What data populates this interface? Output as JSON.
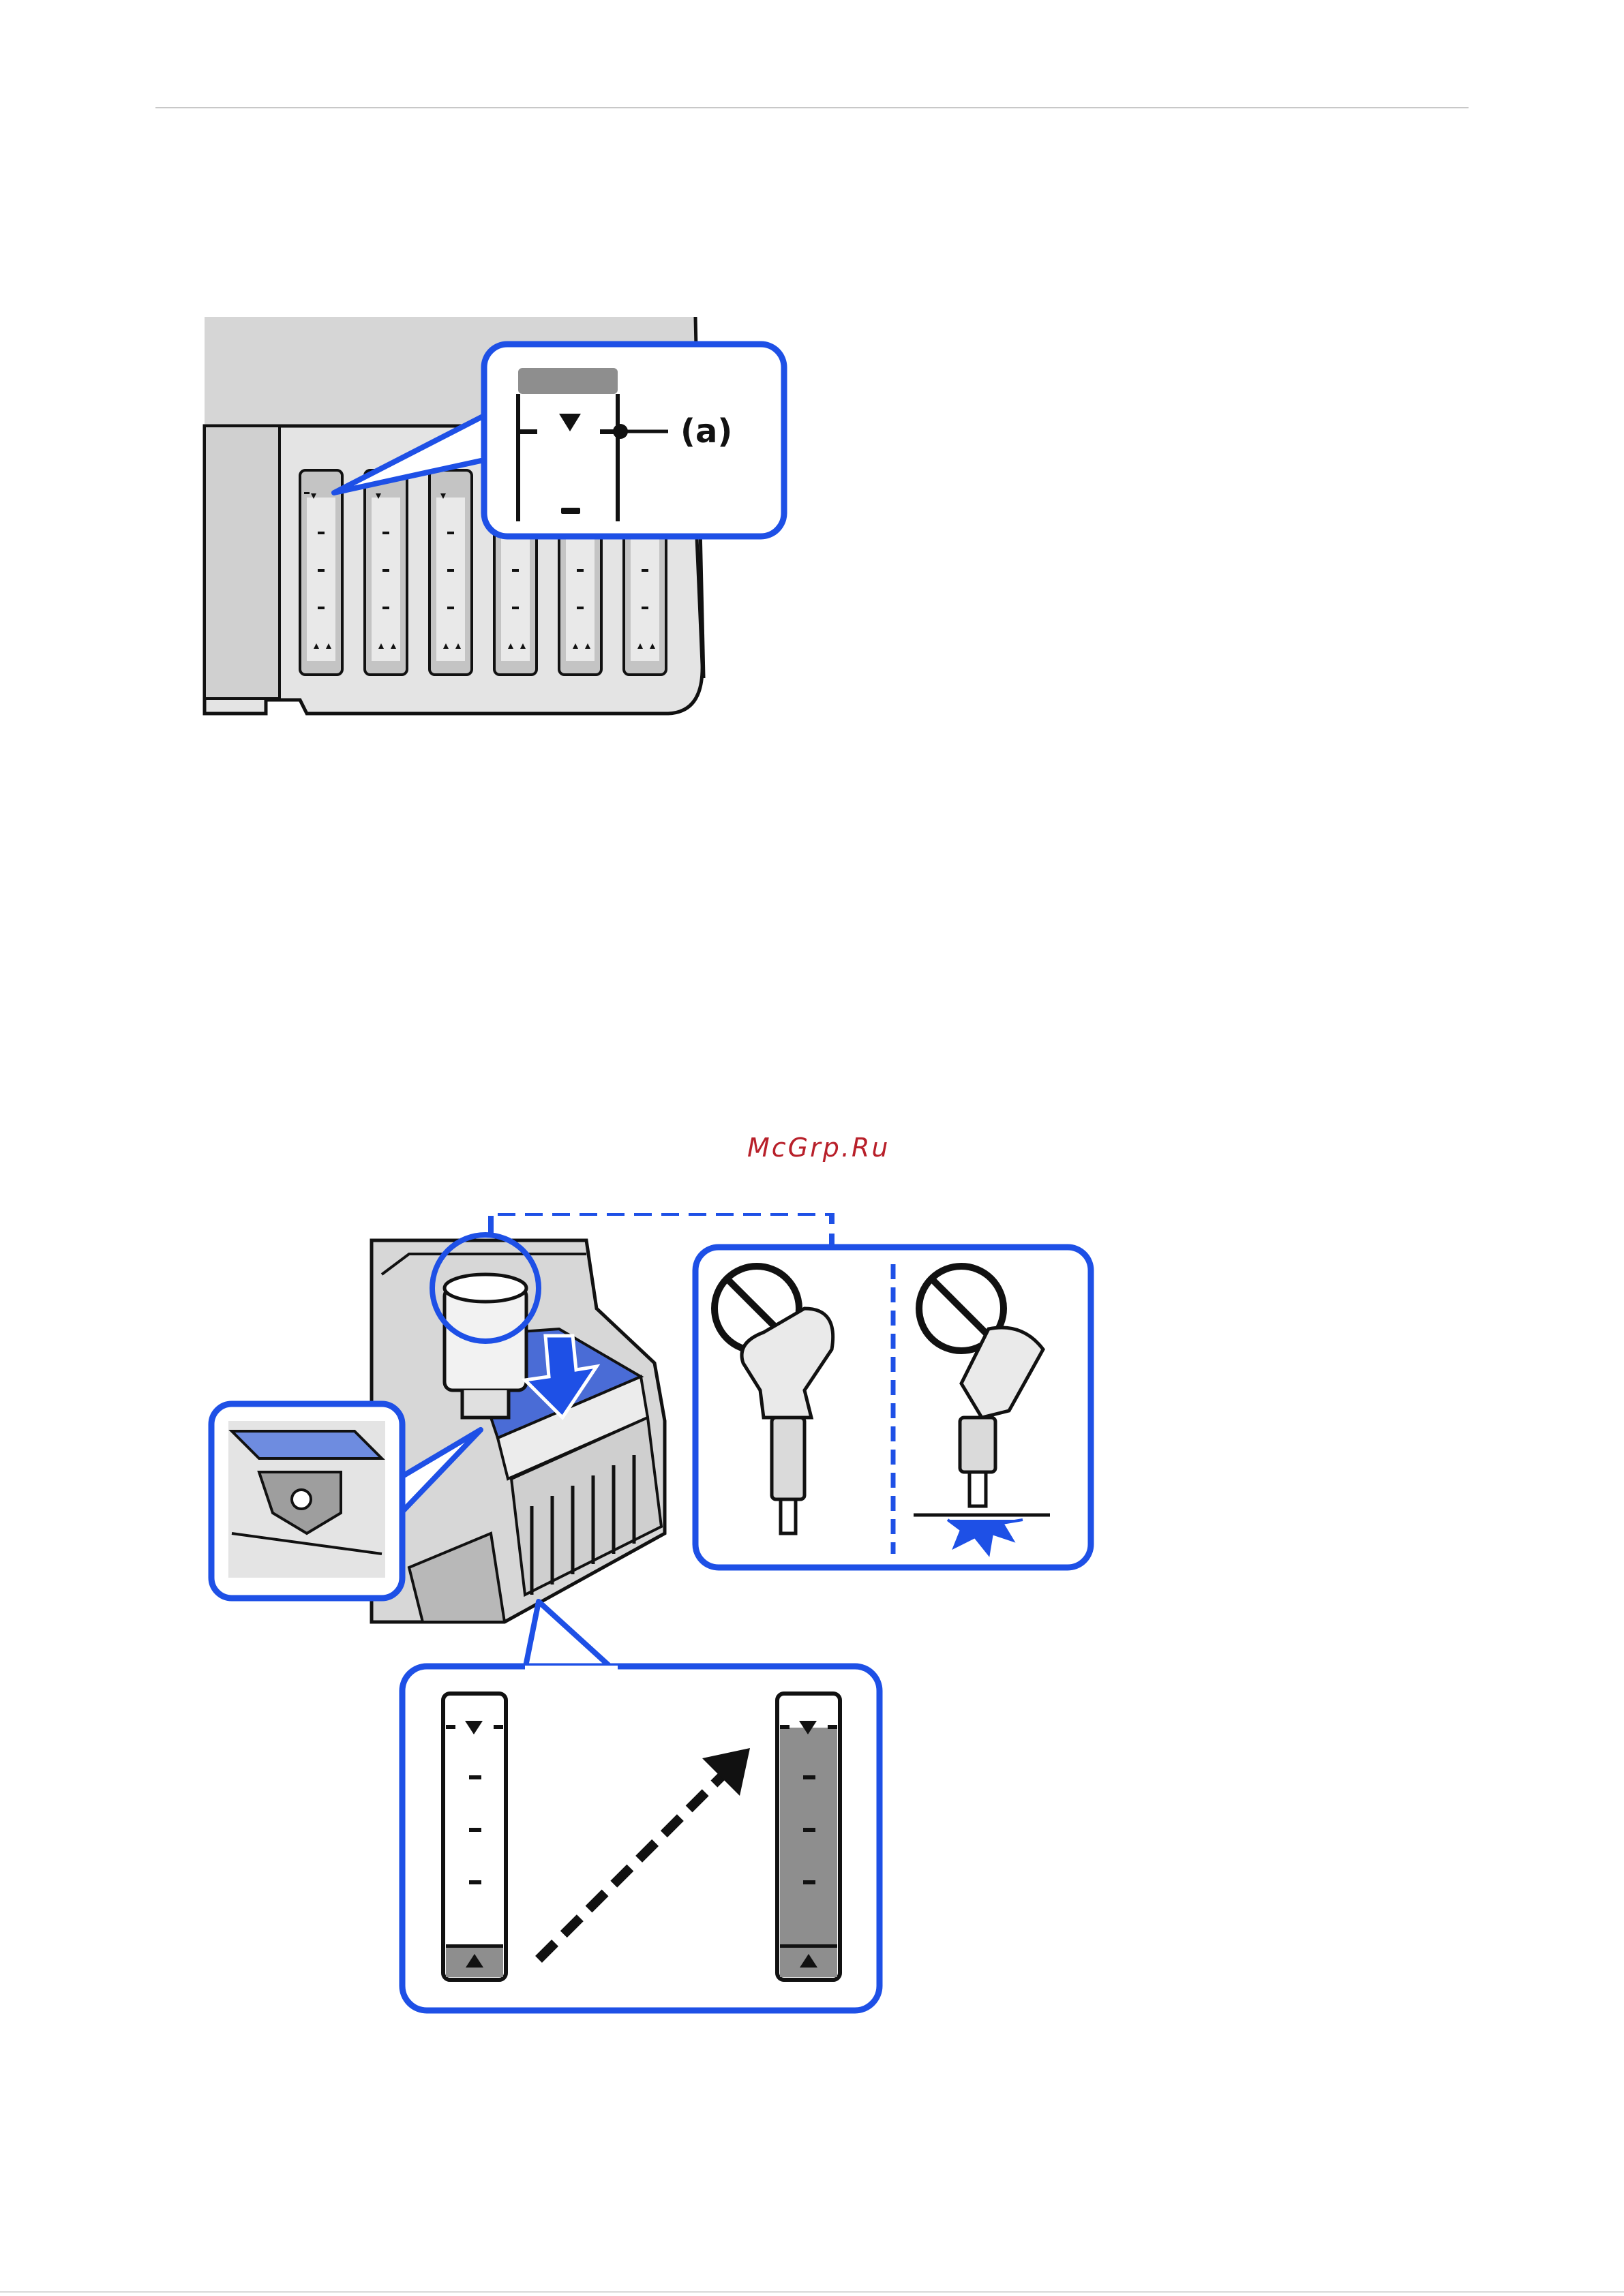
{
  "watermark": "McGrp.Ru",
  "figure1": {
    "callout_label": "(a)",
    "tank_count": 6
  },
  "figure2": {
    "prohibited_icons": [
      "no-squeeze-icon",
      "no-tap-icon"
    ]
  },
  "colors": {
    "accent_blue": "#1e50e6",
    "ink_grey": "#8e8e8e",
    "printer_grey": "#d4d4d4",
    "watermark_red": "#b8202a"
  }
}
